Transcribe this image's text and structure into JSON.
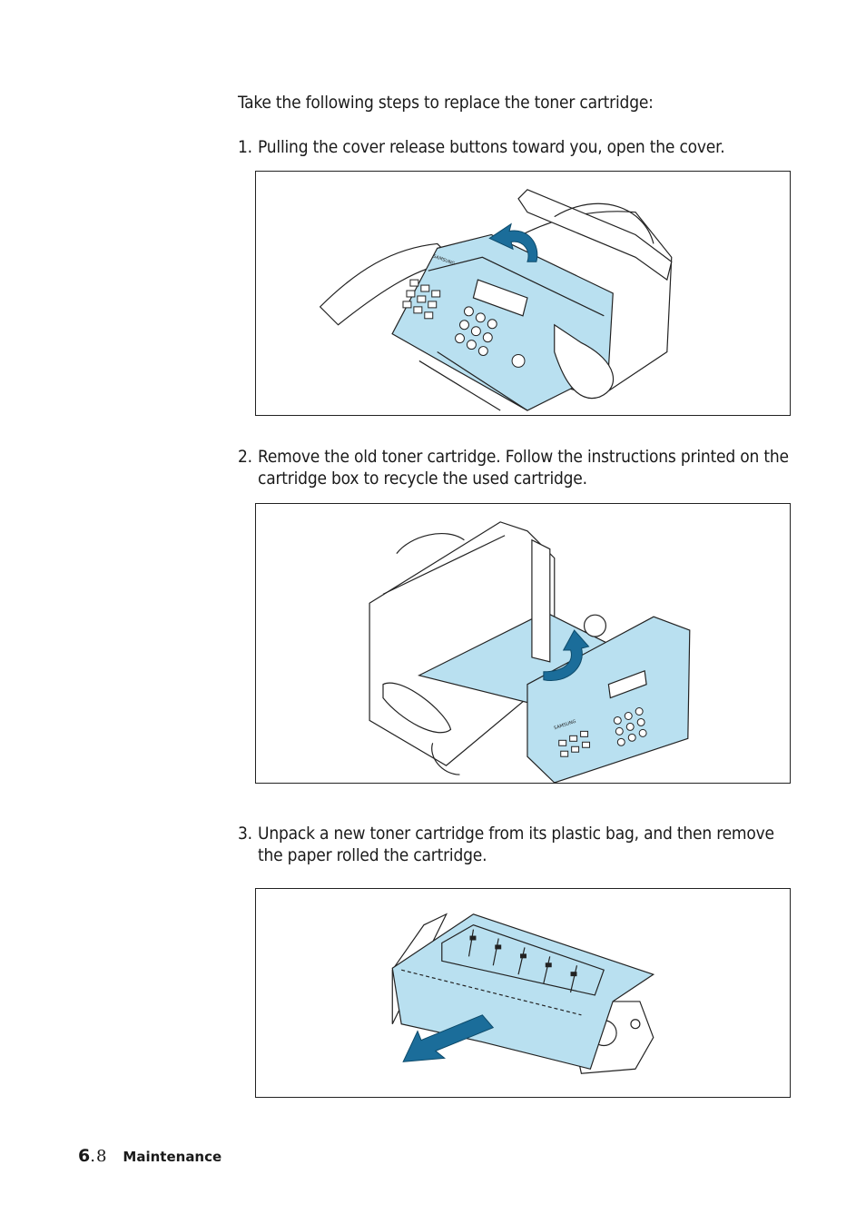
{
  "intro": "Take the following steps to replace the toner cartridge:",
  "steps": [
    {
      "num": "1.",
      "lines": [
        "Pulling the cover release buttons toward you, open the cover."
      ]
    },
    {
      "num": "2.",
      "lines": [
        "Remove the old toner cartridge. Follow the instructions printed on the",
        "cartridge box to recycle the used cartridge."
      ]
    },
    {
      "num": "3.",
      "lines": [
        "Unpack a new toner cartridge from its plastic bag, and then remove",
        "the paper rolled the cartridge."
      ]
    }
  ],
  "brand_marking": "SAMSUNG",
  "footer": {
    "chapter": "6",
    "separator": ".",
    "page": "8",
    "section": "Maintenance"
  },
  "colors": {
    "panel_fill": "#b9e0f0",
    "arrow": "#1b6d9a",
    "outline": "#222222"
  },
  "icons": [
    "fax-open-cover-illustration",
    "remove-cartridge-illustration",
    "unpack-cartridge-illustration",
    "curved-arrow-icon",
    "pull-arrow-icon"
  ]
}
